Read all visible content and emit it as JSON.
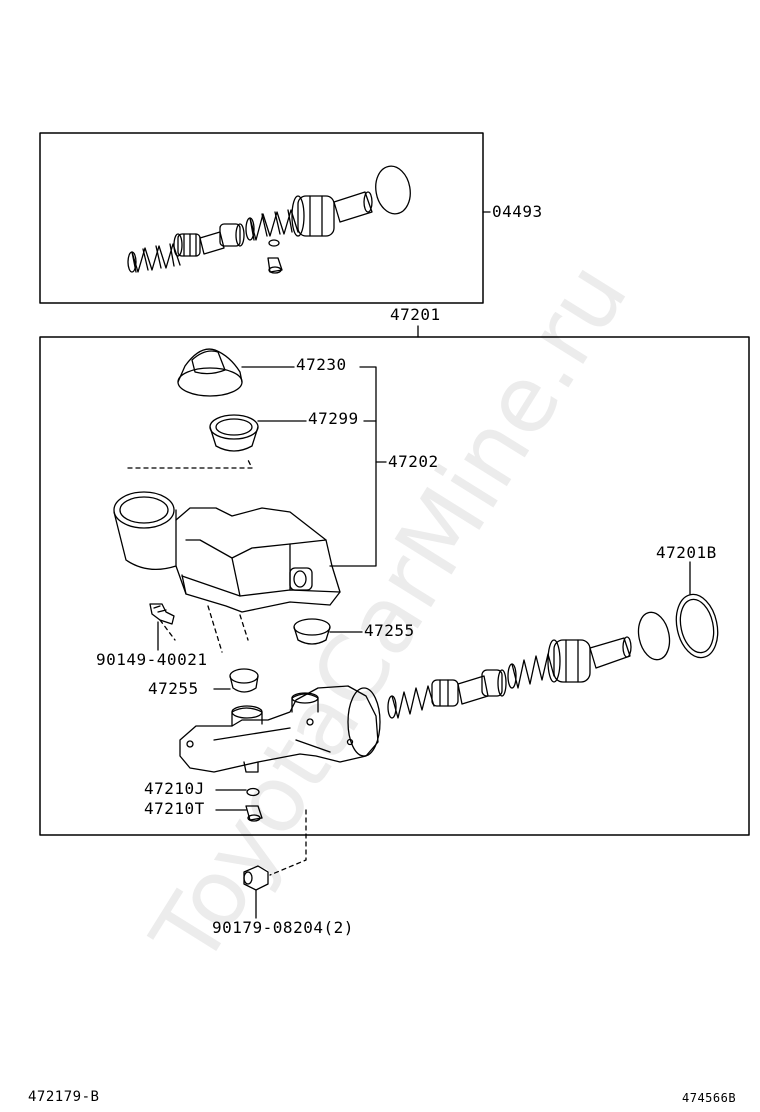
{
  "colors": {
    "line": "#000000",
    "background": "#ffffff",
    "watermark": "#e8e8e8"
  },
  "watermark": "ToyotaCarMine.ru",
  "labels": {
    "kit_04493": "04493",
    "assembly_47201": "47201",
    "cap_47230": "47230",
    "strainer_47299": "47299",
    "reservoir_47202": "47202",
    "grommet_47255_right": "47255",
    "grommet_47255_left": "47255",
    "screw_90149": "90149-40021",
    "oring_47201B": "47201B",
    "plug_47210J": "47210J",
    "plug_47210T": "47210T",
    "nut_90179": "90179-08204(2)"
  },
  "footer": {
    "left_code": "472179-B",
    "right_code": "474566B"
  }
}
